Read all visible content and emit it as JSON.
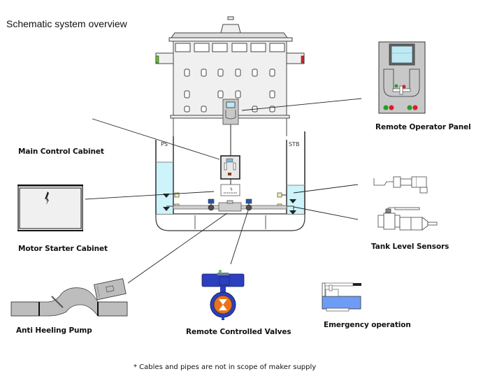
{
  "title": "Schematic system overview",
  "labels": {
    "remote_operator_panel": "Remote Operator Panel",
    "main_control_cabinet": "Main Control Cabinet",
    "motor_starter_cabinet": "Motor Starter Cabinet",
    "tank_level_sensors": "Tank Level Sensors",
    "anti_heeling_pump": "Anti Heeling Pump",
    "remote_controlled_valves": "Remote Controlled Valves",
    "emergency_operation": "Emergency operation"
  },
  "tanks": {
    "port": "PS",
    "starboard": "STB"
  },
  "note": "* Cables and pipes are not in scope of maker supply",
  "colors": {
    "water": "#cdf3fb",
    "valve_blue": "#2b3fbf",
    "valve_orange": "#e8731a",
    "emergency_tank": "#6e9cf5",
    "indicator_green": "#5ec22a",
    "indicator_red": "#d42222",
    "cabinet_grey": "#f0f0f0"
  }
}
